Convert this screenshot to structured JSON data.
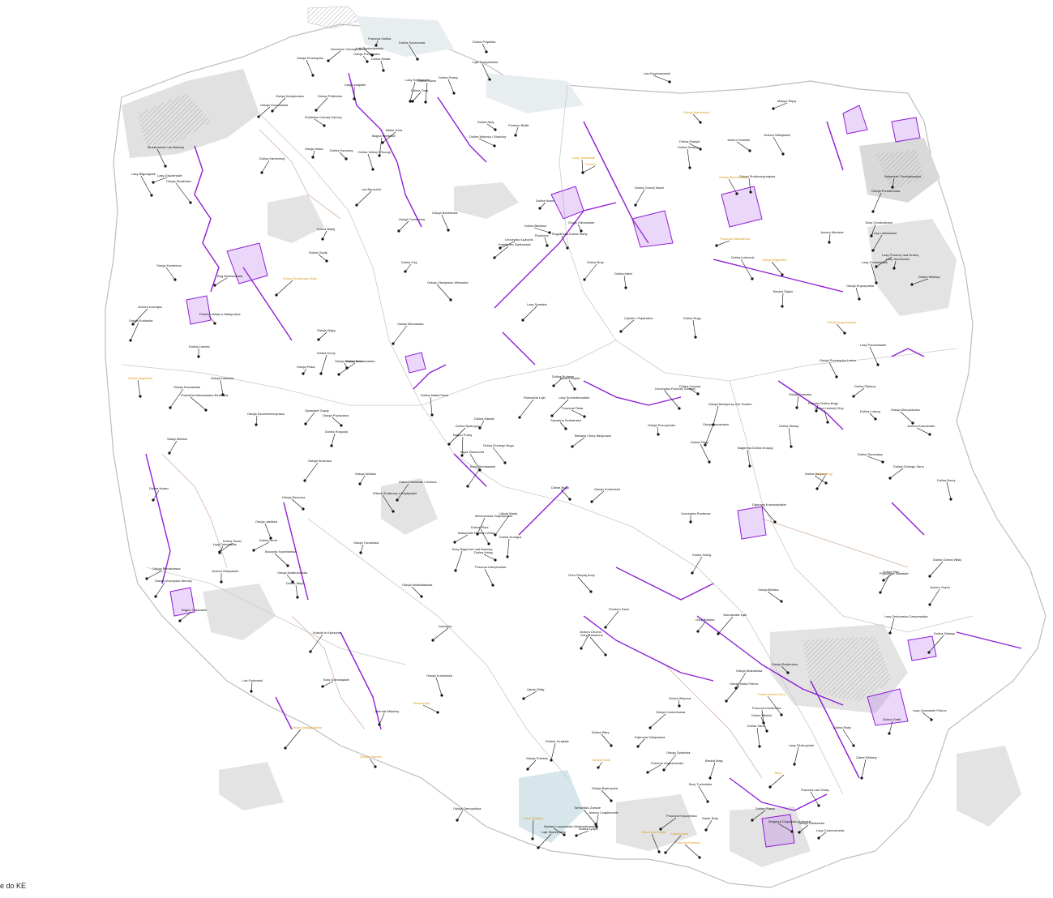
{
  "map": {
    "legend_text": "e do KE",
    "colors": {
      "land_fill": "#ffffff",
      "border": "#bdbdbd",
      "region_grey": "#d9d9d9",
      "region_blue": "#d6e6ea",
      "hatch": "#9a9a9a",
      "site_purple": "#8e1fd6",
      "site_purple_light": "#b15ee8",
      "label_black": "#111111",
      "label_orange": "#d89a1a",
      "road_brown": "#c8a08a"
    },
    "labels_orange": [
      "Ostoja Oliwska",
      "Rezerwat Ostoja",
      "Dolina Regi",
      "Puszcza Notecka",
      "Ostoja Nadgoplańska",
      "Puszcza Białowieska",
      "Ostoja Biebrzańska",
      "Ostoja Augustowska",
      "Dolina Dolnej Odry",
      "Ostoja Warmińska",
      "Lasy Janowskie",
      "Beskid Niski",
      "Ostoja Magurska",
      "Tatry",
      "Pieniny",
      "Bieszczady",
      "Dolina Środkowej Wisły",
      "Ostoja Wigierska",
      "Góry Stołowe",
      "Karkonosze"
    ],
    "labels_black": [
      "Bielawa i Bory Bażynowe",
      "Piaśnickie Łąki",
      "Mechowiska Sulęczyńskie",
      "Jeziora Wdzydzkie",
      "Dolina Słupi",
      "Ostoja Słowińska",
      "Dolina Wieprzy i Studnicy",
      "Jezioro Kopań",
      "Wybrzeże Trzebiatowskie",
      "Zalew Kamieński i Dziwna",
      "Ostoja Wkrzańska",
      "Jezioro Miedwie",
      "Dolina Płoni",
      "Ostoja Ińska",
      "Dolina Drawy",
      "Jeziora Czaplineckie",
      "Ostoja Drawska",
      "Dolina Gwdy",
      "Dolina Łobżonki",
      "Puszcza nad Gwdą",
      "Dolina Noteci",
      "Ostoja Barlinecka",
      "Lasy Puszczy nad Drawą",
      "Ujście Warty",
      "Dolina Leniwej Obry",
      "Jezioro Kierskie",
      "Ostoja Przemęcka",
      "Pojezierze Sławskie",
      "Lasy Grędzińskie",
      "Dolina Baryczy",
      "Stawy Milickie",
      "Dolina Odry",
      "Bory Dolnośląskie",
      "Łęgi Odrzańskie",
      "Dolina Bystrzycy",
      "Ostoja Nietoperzy Gór Sowich",
      "Góry Bialskie",
      "Masyw Ślęży",
      "Las Barucicki",
      "Dolina Małej Panwi",
      "Bory Stobrawskie",
      "Góra Świętej Anny",
      "Ostoja Złotopotocka",
      "Dolina Pilicy",
      "Dolina Bzury",
      "Pradolina Warszawsko-Berlińska",
      "Puszcza Kampinoska",
      "Dolina Dolnego Bugu",
      "Dolina Liwca",
      "Ostoja Nadbużańska",
      "Dolina Narwi",
      "Puszcza Knyszyńska",
      "Dolina Górnej Narwi",
      "Ostoja Knyszyńska",
      "Jeleniak Mikuliny",
      "Puszcza Augustowska",
      "Dolina Rospudy",
      "Jezioro Łuknajno",
      "Puszcza Piska",
      "Ostoja Piska",
      "Dolina Pasłęki",
      "Ostoja Welska",
      "Jezioro Drużno",
      "Zalew Wiślany",
      "Ujście Wisły",
      "Dolina Drwęcy",
      "Dolina Osy",
      "Bory Tucholskie",
      "Dolina Brdy",
      "Sandr Brdy",
      "Ostoja Kozienicka",
      "Puszcza Kozienicka",
      "Małopolski Przełom Wisły",
      "Lasy Parczewskie",
      "Poleska Dolina Bugu",
      "Ostoja Poleska",
      "Lasy Sobiborskie",
      "Dolina Wieprza",
      "Ostoja Szczebrzeszyńska",
      "Roztocze",
      "Uroczyska Roztocza",
      "Puszcza Solska",
      "Dolina Tanwi",
      "Uroczyska Puszczy Solskiej",
      "Lasy Biłgorajskie",
      "Dolina Sanu",
      "Ostoja Przemyska",
      "Bory Bagienne nad Bukową",
      "Ostoja Jaśliska",
      "Dorzecze Górnego Sanu",
      "Lasy Leżajskie",
      "Dolina Dolnego Sanu",
      "Ostoja Gorczańska",
      "Babia Góra",
      "Beskid Śląski",
      "Beskid Mały",
      "Ostoja Popradzka",
      "Dolina Dunajca",
      "Przełom Białki",
      "Ostoja Nidziańska",
      "Dolina Nidy",
      "Ostoja Sieradowicka",
      "Łysogóry",
      "Lasy Suchedniowskie",
      "Dolina Czarnej",
      "Wzgórza Chęcińsko-Kieleckie",
      "Ostoja Olsztyńsko-Mirowska",
      "Dolinki Jurajskie",
      "Ostoja Środkowojurajska",
      "Cybulin i Pojałowice",
      "Kalina-Lisiniec",
      "Dolina Prądnika",
      "Lasy Lublinieckie",
      "Dolina Kwisy",
      "Muszkowicki Las Bukowy",
      "Ostoja Bierutowska",
      "Dolina Widawy",
      "Grądy Odrzańskie",
      "Kamieniec Ząbkowicki",
      "Łąki Gostynińskie",
      "Torfowisko Żarskie",
      "Bagno Całowanie",
      "Bagienna Dolina Drwęcy",
      "Ostoja Lidzbarska",
      "Ostoja Nadwiślańska",
      "Dolina Krzny",
      "Ostoja Tarnopolska",
      "Lasy Janowskie Północ",
      "Dolina Ropy",
      "Wisłok Środkowy z Dopływami",
      "Dolina Wisłoki",
      "Las Krzyżanowicki",
      "Dolina Mławki",
      "Ostoja Wigry",
      "Dolina Kamiennej",
      "Przełom Wisły w Małopolsce",
      "Ostoja Kampinoska",
      "Lasy Spalskie",
      "Dolina Grabi",
      "Buczyna Szymbarska",
      "Uroczysko Łężczok",
      "Dolina Sztoły",
      "Lasy Żerkowsko-Czeszewskie",
      "Dąbrowy Krotoszyńskie",
      "Ostoja Przemęcka Leśna",
      "Łąki Skarżyńskie",
      "Lasy Czarnocińskie",
      "Ostoja Kosewicka",
      "Źródliska Czarnej Hańczy",
      "Jeziora Wiżajńskie",
      "Sawanna Szafrańska",
      "Kościół w Kętrzynie",
      "Ostoja Uroczysko Wrzosy",
      "Bagna Nietlickie",
      "Dolina Bugu",
      "Bug Nadbużański",
      "Ostoja Nadrzeczna",
      "Bory Chrobotkowe",
      "Dolina Pilsi",
      "Wydmy Lucynowsko-Mostówkowskie",
      "Ostoja Łasińska",
      "Dolina Płytnicy",
      "Kępa Klasztorna",
      "Ostoja Ińska Północ",
      "Lasy Chmielnickie",
      "Jezioro Gopło",
      "Dolina Rawki",
      "Dąbrowa Sulejowska",
      "Dolina Szkwy i Rozogi",
      "Ostoja Radomska",
      "Dolina Wkry",
      "Ostoja Rzeczna",
      "Przełom Sanu",
      "Ostoja Bystrzycka",
      "Ostoja Turzańska",
      "Bagno Pulwy",
      "Dolina Zielawy",
      "Dolina Łydyni",
      "Las Ostrowski",
      "Dolina Pilawy",
      "Dolina Mieni",
      "Ostoja Kamienna",
      "Rogalińska Dolina Warty",
      "Dolina Białej",
      "Dolina Nerki",
      "Lasy Strzeleckie",
      "Ostoja Łuczańska",
      "Jeziora Kaszubskie",
      "Sarnowskie Łąki",
      "Ostoja Bielska",
      "Ostoja Wolińska",
      "Ostoja Trzebnicka",
      "Dolina Szreniawy",
      "Dolina Rudawy",
      "Ostoja Pszczyńska",
      "Dolina Górnej Wisły",
      "Ostoja Czarnohuska",
      "Dolina Kaczawy",
      "Góry Kamienne",
      "Ostoja Kaczawska",
      "Lasy Głubczyckie",
      "Opawskie Grądy",
      "Ostoja Żywiecka",
      "Ostoja Kotlarska",
      "Dolina Skawy",
      "Dolina Raby",
      "Dolina Bełdanu",
      "Dolina Lubszy",
      "Dolina Szczurowa",
      "Ostoja Przedborska",
      "Ostoja Pełkińska",
      "Łąki Radziejowskie"
    ]
  }
}
